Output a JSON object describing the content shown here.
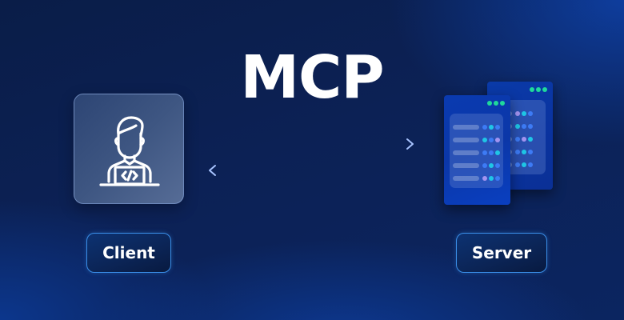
{
  "title": "MCP",
  "client": {
    "label": "Client",
    "icon": "developer-laptop-icon"
  },
  "server": {
    "label": "Server",
    "icon": "server-stack-icon",
    "front_panel": {
      "status_dots": [
        "#1fd99b",
        "#1fd99b",
        "#1fd99b"
      ],
      "rows": [
        [
          "#3d7bf5",
          "#1fc6e6",
          "#3d7bf5"
        ],
        [
          "#1fc6e6",
          "#3d7bf5",
          "#a394f0"
        ],
        [
          "#3d7bf5",
          "#3d7bf5",
          "#1fc6e6"
        ],
        [
          "#3d7bf5",
          "#1fc6e6",
          "#3d7bf5"
        ],
        [
          "#a394f0",
          "#1fc6e6",
          "#3d7bf5"
        ]
      ]
    },
    "back_panel": {
      "status_dots": [
        "#1fd99b",
        "#1fd99b",
        "#1fd99b"
      ],
      "rows": [
        [
          "#a394f0",
          "#1fc6e6",
          "#3d7bf5"
        ],
        [
          "#1fc6e6",
          "#3d7bf5",
          "#3d7bf5"
        ],
        [
          "#3d7bf5",
          "#a394f0",
          "#1fc6e6"
        ],
        [
          "#3d7bf5",
          "#1fc6e6",
          "#3d7bf5"
        ],
        [
          "#3d7bf5",
          "#1fc6e6",
          "#3d7bf5"
        ]
      ]
    }
  },
  "arrows": {
    "request": "client-to-server",
    "response": "server-to-client",
    "color": "#a8c4ff"
  },
  "colors": {
    "background_dark": "#0a1d48",
    "background_accent": "#0e42aa",
    "button_border": "#3a8ee8",
    "text": "#ffffff"
  }
}
